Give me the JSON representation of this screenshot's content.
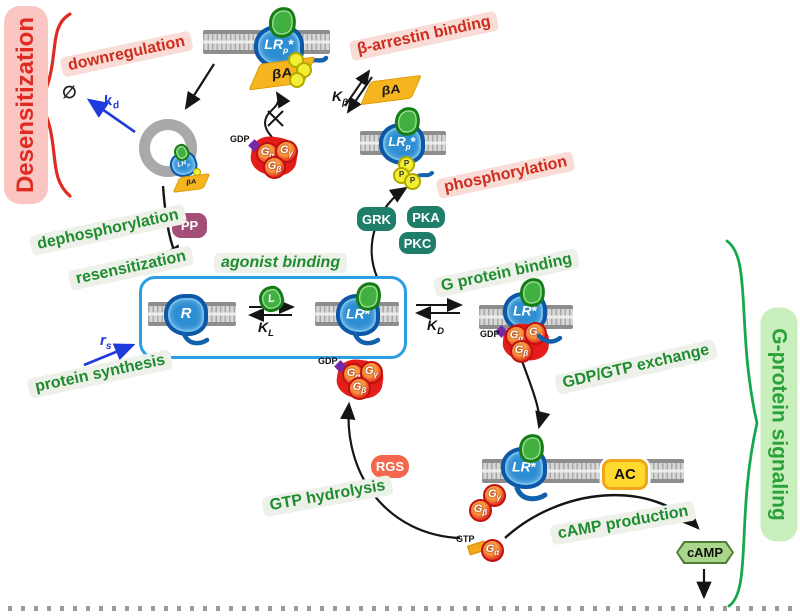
{
  "headers": {
    "desensitization": "Desensitization",
    "g_protein_signaling": "G-protein signaling"
  },
  "process_labels": {
    "downregulation": "downregulation",
    "beta_arrestin_binding": "β-arrestin binding",
    "phosphorylation": "phosphorylation",
    "dephosphorylation": "dephosphorylation",
    "resensitization": "resensitization",
    "agonist_binding": "agonist binding",
    "g_protein_binding": "G protein binding",
    "gdp_gtp_exchange": "GDP/GTP exchange",
    "protein_synthesis": "protein synthesis",
    "gtp_hydrolysis": "GTP hydrolysis",
    "camp_production": "cAMP production"
  },
  "rate_constants": {
    "kd": {
      "main": "k",
      "sub": "d"
    },
    "rs": {
      "main": "r",
      "sub": "s"
    },
    "kL": {
      "main": "K",
      "sub": "L"
    },
    "kD": {
      "main": "K",
      "sub": "D"
    },
    "kBeta": {
      "main": "K",
      "sub": "β"
    }
  },
  "enzymes": {
    "pp": "PP",
    "grk": "GRK",
    "pka": "PKA",
    "pkc": "PKC",
    "rgs": "RGS",
    "ac": "AC"
  },
  "molecules": {
    "ligand": "L",
    "camp": "cAMP",
    "gdp": "GDP",
    "gtp": "GTP",
    "empty_set": "∅",
    "beta_arrestin": "βA",
    "phosphate": "P",
    "g_alpha": {
      "main": "G",
      "sub": "α"
    },
    "g_beta": {
      "main": "G",
      "sub": "β"
    },
    "g_gamma": {
      "main": "G",
      "sub": "γ"
    }
  },
  "receptors": {
    "r": {
      "pre": "R",
      "sub": "",
      "star": ""
    },
    "lr_star": {
      "pre": "LR",
      "sub": "",
      "star": "*"
    },
    "lrp_star": {
      "pre": "LR",
      "sub": "p",
      "star": "*"
    },
    "lrp_mini": {
      "pre": "LR",
      "sub": "p",
      "star": ""
    }
  },
  "colors": {
    "red_accent": "#e02a22",
    "green_accent": "#1f8c2f",
    "blue_accent": "#1f3bdd",
    "receptor_blue": "#2e8ed2",
    "ligand_green": "#41b041",
    "g_protein_red": "#e41d1a",
    "arrestin_gold": "#f6b41f",
    "enzyme_teal": "#1e7e6a",
    "pp_purple": "#a34f78",
    "rgs_orange": "#f3674e",
    "ac_yellow": "#ffd92e",
    "camp_green": "#abd78c"
  }
}
